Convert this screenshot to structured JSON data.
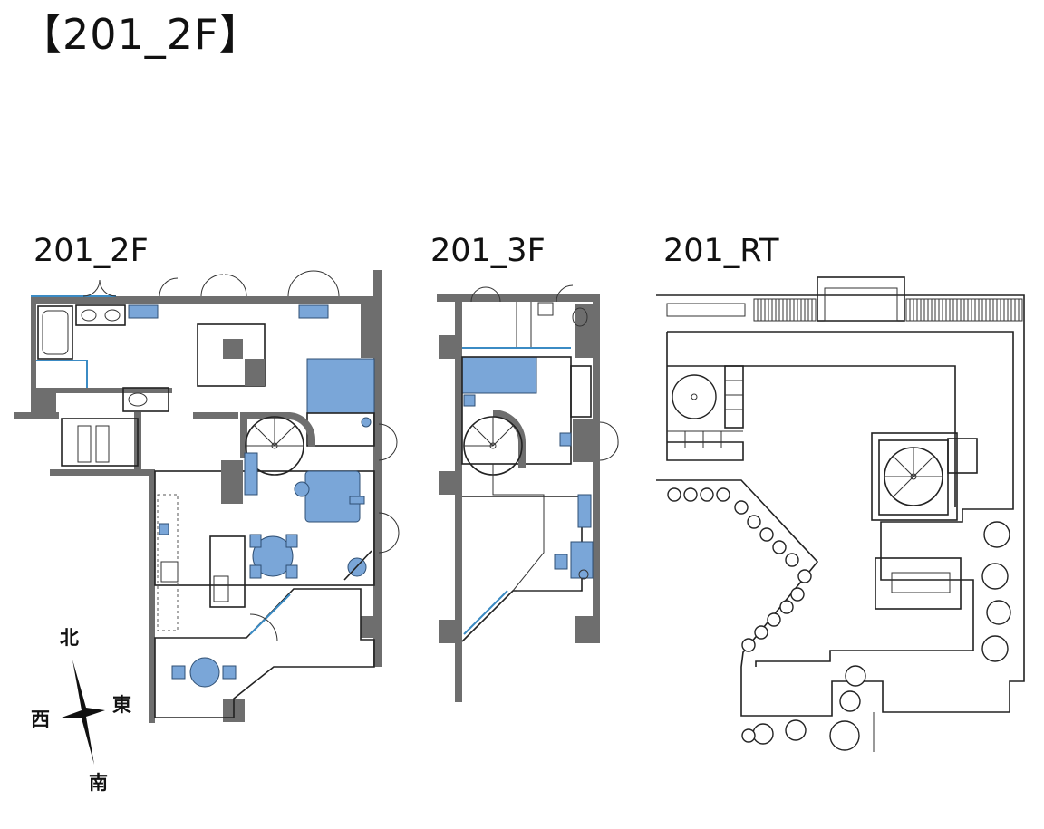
{
  "page": {
    "title": "【201_2F】"
  },
  "plans": {
    "floor2": {
      "label": "201_2F"
    },
    "floor3": {
      "label": "201_3F"
    },
    "roof": {
      "label": "201_RT"
    }
  },
  "compass": {
    "north": "北",
    "east": "東",
    "west": "西",
    "south": "南"
  },
  "colors": {
    "wall": "#6e6e6e",
    "furniture": "#7aa6d8",
    "glass": "#3b8bc4"
  }
}
